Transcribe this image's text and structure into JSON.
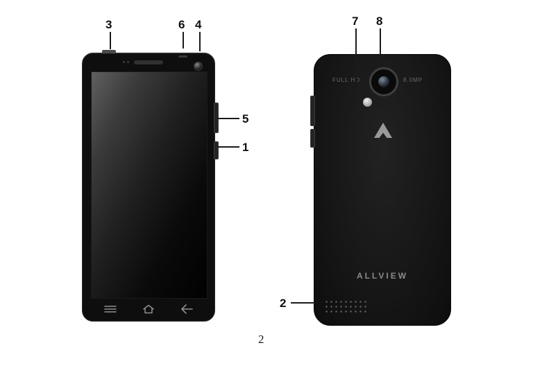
{
  "document": {
    "page_number": "2"
  },
  "callouts": {
    "n1": "1",
    "n2": "2",
    "n3": "3",
    "n4": "4",
    "n5": "5",
    "n6": "6",
    "n7": "7",
    "n8": "8"
  },
  "back_phone": {
    "camera_text_left": "FULL HD",
    "camera_text_right": "8.0MP",
    "brand_text": "ALLVIEW"
  },
  "icons": {
    "front_view": [
      "earpiece-icon",
      "front-camera-icon",
      "menu-icon",
      "home-icon",
      "back-icon",
      "volume-button",
      "power-button"
    ],
    "back_view": [
      "rear-camera-icon",
      "flash-icon",
      "allview-logo-icon",
      "speaker-grille-icon"
    ]
  },
  "colors": {
    "background": "#ffffff",
    "phone_body": "#101010",
    "callout_line": "#1a1a1a",
    "muted_gray_text": "#8a8a8a"
  }
}
